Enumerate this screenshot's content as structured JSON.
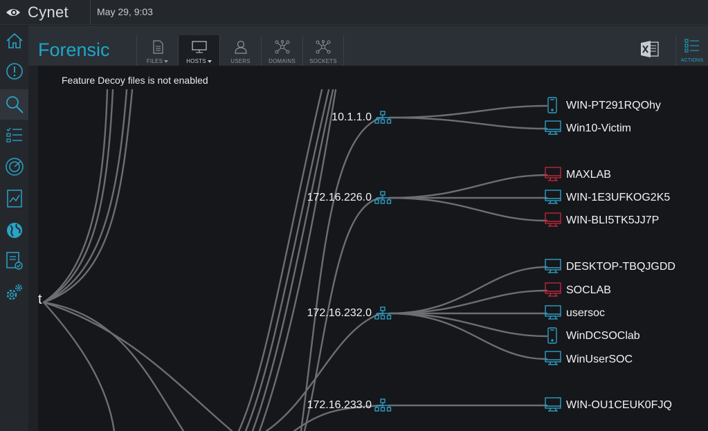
{
  "topbar": {
    "brand": "Cynet",
    "date": "May 29, 9:03"
  },
  "sidebar": {
    "items": [
      {
        "icon": "home-icon"
      },
      {
        "icon": "alert-icon"
      },
      {
        "icon": "search-icon",
        "active": true
      },
      {
        "icon": "checklist-icon"
      },
      {
        "icon": "radar-icon"
      },
      {
        "icon": "report-icon"
      },
      {
        "icon": "globe-icon"
      },
      {
        "icon": "document-check-icon"
      },
      {
        "icon": "settings-icon"
      }
    ]
  },
  "header": {
    "title": "Forensic",
    "tabs": [
      {
        "label": "FILES",
        "icon": "file-icon",
        "dropdown": true,
        "active": false
      },
      {
        "label": "HOSTS",
        "icon": "monitor-icon",
        "dropdown": true,
        "active": true
      },
      {
        "label": "USERS",
        "icon": "user-icon",
        "dropdown": false,
        "active": false
      },
      {
        "label": "DOMAINS",
        "icon": "network-icon",
        "dropdown": false,
        "active": false
      },
      {
        "label": "SOCKETS",
        "icon": "network-icon",
        "dropdown": false,
        "active": false
      }
    ],
    "actions_label": "ACTIONS",
    "export_icon": "excel-icon"
  },
  "canvas": {
    "notice": "Feature Decoy files is not enabled",
    "root_label_fragment": "t",
    "networks": [
      {
        "label": "10.1.1.0"
      },
      {
        "label": "172.16.226.0"
      },
      {
        "label": "172.16.232.0"
      },
      {
        "label": "172.16.233.0"
      }
    ],
    "hosts": [
      {
        "label": "WIN-PT291RQOhy",
        "type": "mobile",
        "status": "normal"
      },
      {
        "label": "Win10-Victim",
        "type": "desktop",
        "status": "normal"
      },
      {
        "label": "MAXLAB",
        "type": "desktop",
        "status": "alert"
      },
      {
        "label": "WIN-1E3UFKOG2K5",
        "type": "desktop",
        "status": "normal"
      },
      {
        "label": "WIN-BLI5TK5JJ7P",
        "type": "desktop",
        "status": "alert"
      },
      {
        "label": "DESKTOP-TBQJGDD",
        "type": "desktop",
        "status": "normal"
      },
      {
        "label": "SOCLAB",
        "type": "desktop",
        "status": "alert"
      },
      {
        "label": "usersoc",
        "type": "desktop",
        "status": "normal"
      },
      {
        "label": "WinDCSOClab",
        "type": "mobile",
        "status": "normal"
      },
      {
        "label": "WinUserSOC",
        "type": "desktop",
        "status": "normal"
      },
      {
        "label": "WIN-OU1CEUK0FJQ",
        "type": "desktop",
        "status": "normal"
      }
    ]
  },
  "colors": {
    "accent": "#1ea7c9",
    "alert": "#c0263a",
    "normal_host": "#2f9fc4",
    "edge": "#6b6e72"
  }
}
